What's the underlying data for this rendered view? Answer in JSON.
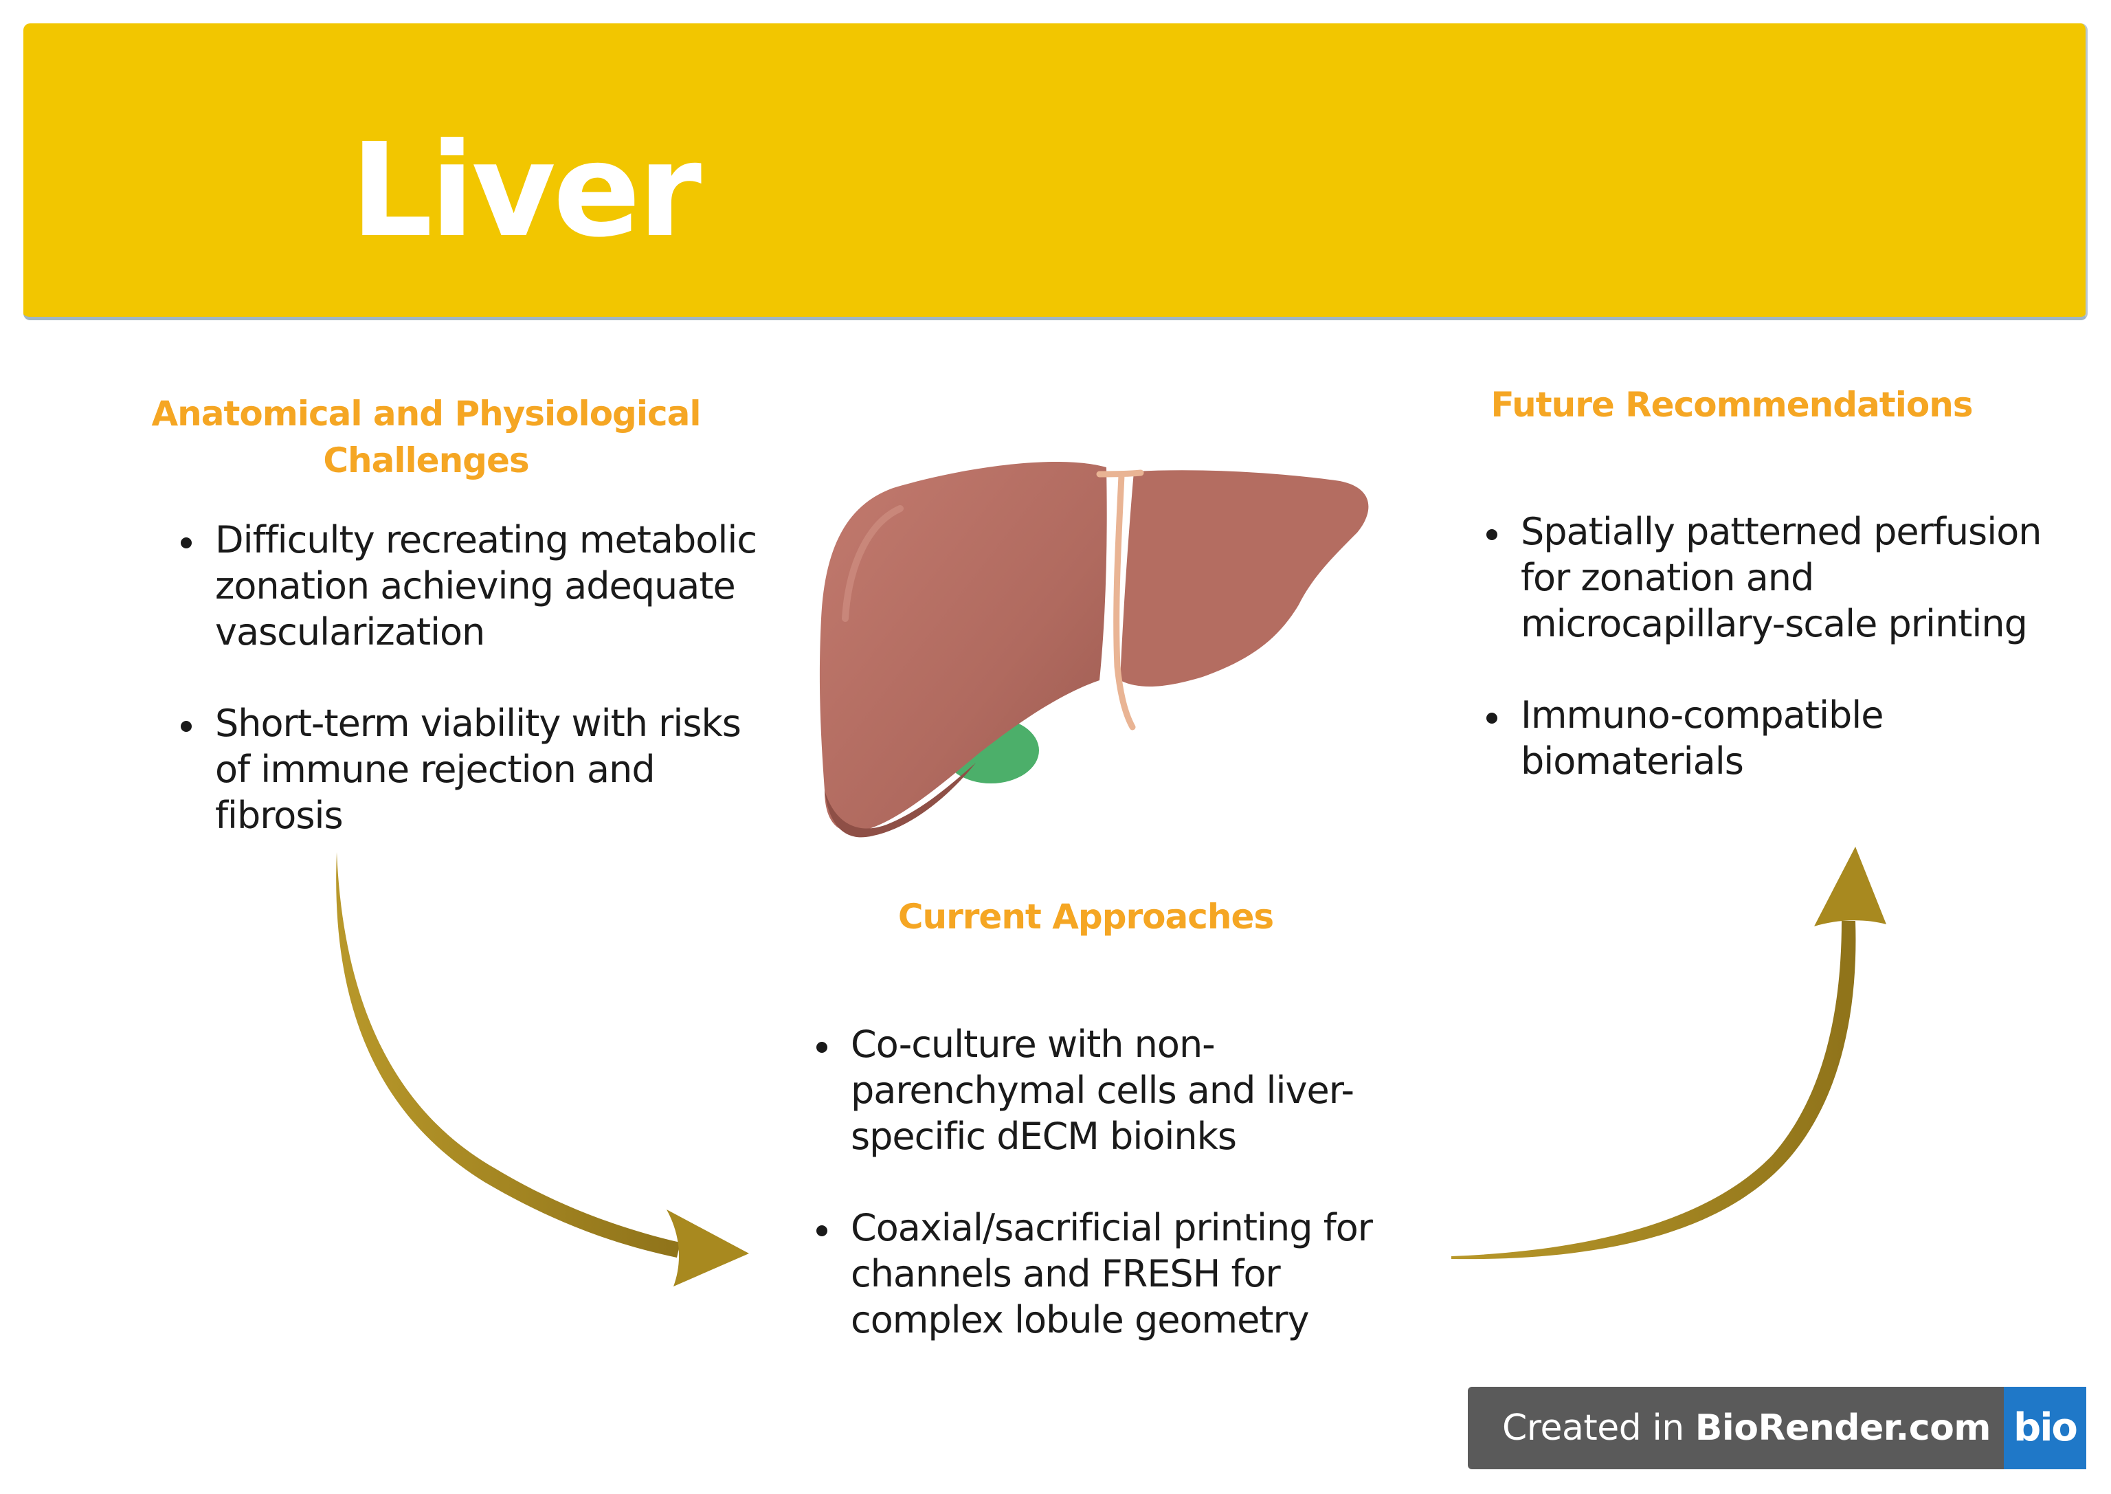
{
  "banner": {
    "title": "Liver",
    "color": "#f2c600"
  },
  "sections": {
    "challenges": {
      "heading": "Anatomical and Physiological Challenges",
      "items": [
        "Difficulty recreating metabolic zonation achieving adequate vascularization",
        "Short-term viability with risks of immune rejection and fibrosis"
      ]
    },
    "current": {
      "heading": "Current Approaches",
      "items": [
        "Co-culture with non-parenchymal cells and liver-specific dECM bioinks",
        "Coaxial/sacrificial printing for channels and FRESH for complex lobule geometry"
      ]
    },
    "future": {
      "heading": "Future Recommendations",
      "items": [
        "Spatially patterned perfusion for zonation and microcapillary-scale printing",
        "Immuno-compatible biomaterials"
      ]
    }
  },
  "colors": {
    "heading": "#f5a623",
    "arrow": "#a8891f",
    "liver": "#b06a5f",
    "gallbladder": "#4caf6a",
    "ligament": "#e9b494"
  },
  "icons": {
    "illustration": "liver-icon",
    "arrows": "curved-arrow-icon"
  },
  "badge": {
    "prefix": "Created in ",
    "brand": "BioRender.com",
    "logo": "bio"
  }
}
